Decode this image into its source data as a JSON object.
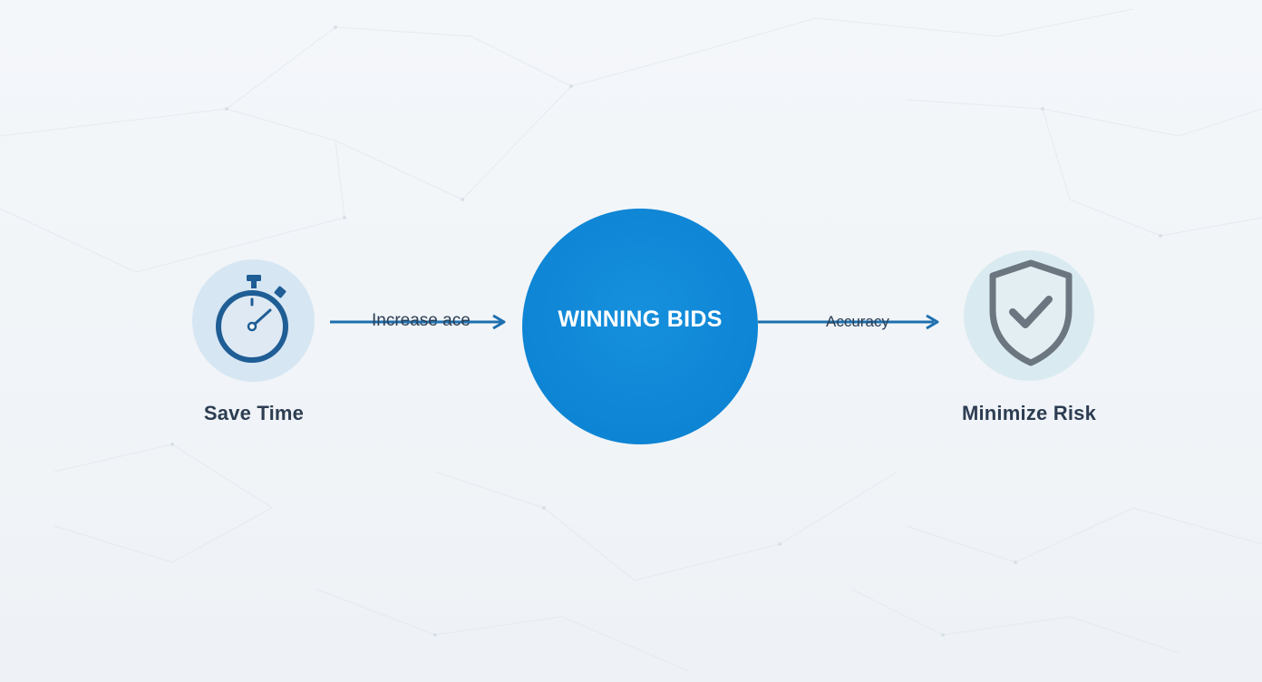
{
  "diagram": {
    "center": {
      "title": "WINNING BIDS"
    },
    "left_node": {
      "label": "Save Time",
      "icon": "stopwatch-icon"
    },
    "right_node": {
      "label": "Minimize Risk",
      "icon": "shield-check-icon"
    },
    "left_arrow": {
      "label": "Increase ace"
    },
    "right_arrow": {
      "label": "Accuracy"
    }
  },
  "colors": {
    "core_blue": "#0f86d6",
    "icon_dark_blue": "#1f5d95",
    "arrow_blue": "#1d6fae",
    "shield_gray": "#6b7680",
    "label_text": "#2d3d52"
  }
}
